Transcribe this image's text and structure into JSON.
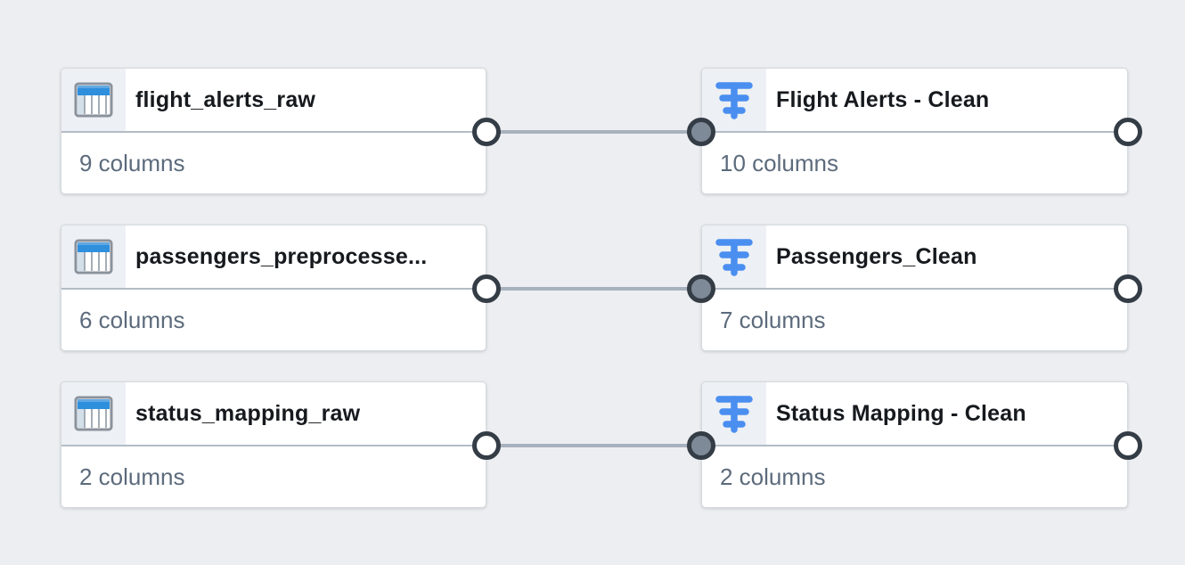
{
  "canvas": {
    "background": "#eceef1"
  },
  "colors": {
    "node_background": "#ffffff",
    "node_border": "#d5dade",
    "header_divider": "#b3bcc6",
    "title_text": "#16191d",
    "subtitle_text": "#5c6b7c",
    "edge_line": "#a8b1be",
    "port_ring": "#343c46",
    "port_output_fill": "#ffffff",
    "port_input_fill": "#7e8a98",
    "icon_chip_background": "#edf0f4",
    "table_icon_blue": "#2e8fdd",
    "transform_icon_blue": "#4a8ef0"
  },
  "nodes": [
    {
      "title": "flight_alerts_raw",
      "subtitle": "9 columns",
      "icon": "table-icon",
      "column": "left",
      "row": 0
    },
    {
      "title": "Flight Alerts - Clean",
      "subtitle": "10 columns",
      "icon": "transform-icon",
      "column": "right",
      "row": 0
    },
    {
      "title": "passengers_preprocesse...",
      "subtitle": "6 columns",
      "icon": "table-icon",
      "column": "left",
      "row": 1
    },
    {
      "title": "Passengers_Clean",
      "subtitle": "7 columns",
      "icon": "transform-icon",
      "column": "right",
      "row": 1
    },
    {
      "title": "status_mapping_raw",
      "subtitle": "2 columns",
      "icon": "table-icon",
      "column": "left",
      "row": 2
    },
    {
      "title": "Status Mapping - Clean",
      "subtitle": "2 columns",
      "icon": "transform-icon",
      "column": "right",
      "row": 2
    }
  ],
  "edges": [
    {
      "from": "flight_alerts_raw",
      "to": "Flight Alerts - Clean"
    },
    {
      "from": "passengers_preprocesse...",
      "to": "Passengers_Clean"
    },
    {
      "from": "status_mapping_raw",
      "to": "Status Mapping - Clean"
    }
  ]
}
